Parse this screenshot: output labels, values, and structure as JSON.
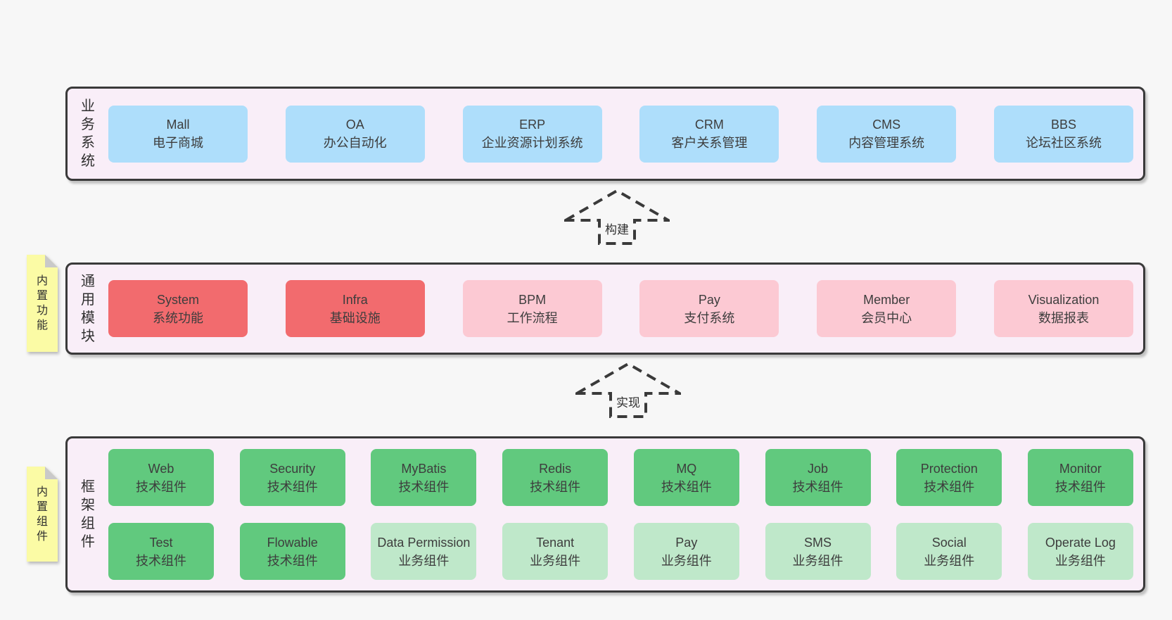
{
  "colors": {
    "page_bg": "#f7f7f7",
    "panel_bg": "#f9eef8",
    "panel_border": "#3a3a3a",
    "box_text": "#3d3d3d",
    "blue": "#aedefb",
    "red": "#f26b6e",
    "pink": "#fcc9d3",
    "green": "#61c97e",
    "lightgreen": "#bfe8ca",
    "yellow": "#fbfba5",
    "fold_gray": "#c9c9c9",
    "arrow": "#3a3a3a"
  },
  "arrows": {
    "build": "构建",
    "implement": "实现"
  },
  "layers": {
    "business": {
      "label": "业务系统",
      "boxes": [
        {
          "title": "Mall",
          "subtitle": "电子商城",
          "variant": "blue"
        },
        {
          "title": "OA",
          "subtitle": "办公自动化",
          "variant": "blue"
        },
        {
          "title": "ERP",
          "subtitle": "企业资源计划系统",
          "variant": "blue"
        },
        {
          "title": "CRM",
          "subtitle": "客户关系管理",
          "variant": "blue"
        },
        {
          "title": "CMS",
          "subtitle": "内容管理系统",
          "variant": "blue"
        },
        {
          "title": "BBS",
          "subtitle": "论坛社区系统",
          "variant": "blue"
        }
      ]
    },
    "modules": {
      "label": "通用模块",
      "note": "内置功能",
      "boxes": [
        {
          "title": "System",
          "subtitle": "系统功能",
          "variant": "red"
        },
        {
          "title": "Infra",
          "subtitle": "基础设施",
          "variant": "red"
        },
        {
          "title": "BPM",
          "subtitle": "工作流程",
          "variant": "pink"
        },
        {
          "title": "Pay",
          "subtitle": "支付系统",
          "variant": "pink"
        },
        {
          "title": "Member",
          "subtitle": "会员中心",
          "variant": "pink"
        },
        {
          "title": "Visualization",
          "subtitle": "数据报表",
          "variant": "pink"
        }
      ]
    },
    "components": {
      "label": "框架组件",
      "note": "内置组件",
      "row1": [
        {
          "title": "Web",
          "subtitle": "技术组件",
          "variant": "green"
        },
        {
          "title": "Security",
          "subtitle": "技术组件",
          "variant": "green"
        },
        {
          "title": "MyBatis",
          "subtitle": "技术组件",
          "variant": "green"
        },
        {
          "title": "Redis",
          "subtitle": "技术组件",
          "variant": "green"
        },
        {
          "title": "MQ",
          "subtitle": "技术组件",
          "variant": "green"
        },
        {
          "title": "Job",
          "subtitle": "技术组件",
          "variant": "green"
        },
        {
          "title": "Protection",
          "subtitle": "技术组件",
          "variant": "green"
        },
        {
          "title": "Monitor",
          "subtitle": "技术组件",
          "variant": "green"
        }
      ],
      "row2": [
        {
          "title": "Test",
          "subtitle": "技术组件",
          "variant": "green"
        },
        {
          "title": "Flowable",
          "subtitle": "技术组件",
          "variant": "green"
        },
        {
          "title": "Data Permission",
          "subtitle": "业务组件",
          "variant": "lightgreen"
        },
        {
          "title": "Tenant",
          "subtitle": "业务组件",
          "variant": "lightgreen"
        },
        {
          "title": "Pay",
          "subtitle": "业务组件",
          "variant": "lightgreen"
        },
        {
          "title": "SMS",
          "subtitle": "业务组件",
          "variant": "lightgreen"
        },
        {
          "title": "Social",
          "subtitle": "业务组件",
          "variant": "lightgreen"
        },
        {
          "title": "Operate Log",
          "subtitle": "业务组件",
          "variant": "lightgreen"
        }
      ]
    }
  }
}
